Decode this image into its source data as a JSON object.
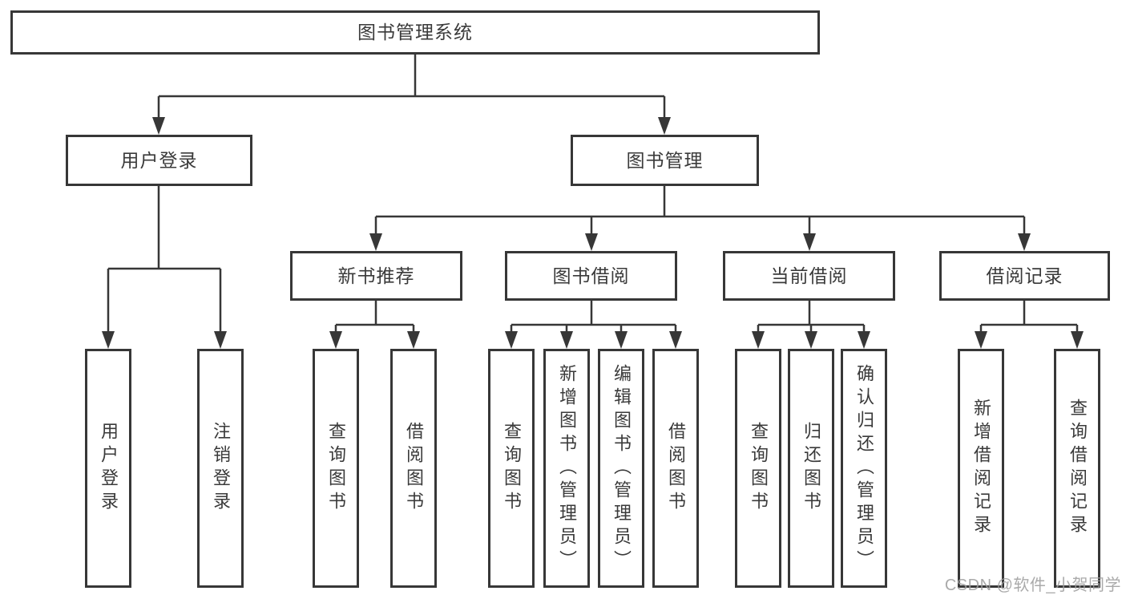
{
  "tree": {
    "root": "图书管理系统",
    "level2": {
      "user_login": "用户登录",
      "book_mgmt": "图书管理"
    },
    "level3": {
      "new_book_rec": "新书推荐",
      "book_borrow": "图书借阅",
      "current_borrow": "当前借阅",
      "borrow_record": "借阅记录"
    },
    "leaves": {
      "user_login": [
        "用户登录",
        "注销登录"
      ],
      "new_book_rec": [
        "查询图书",
        "借阅图书"
      ],
      "book_borrow": [
        "查询图书",
        "新增图书（管理员）",
        "编辑图书（管理员）",
        "借阅图书"
      ],
      "current_borrow": [
        "查询图书",
        "归还图书",
        "确认归还（管理员）"
      ],
      "borrow_record": [
        "新增借阅记录",
        "查询借阅记录"
      ]
    }
  },
  "watermark": "CSDN @软件_小贺同学",
  "colors": {
    "line": "#373737",
    "text": "#3a3a3a",
    "background": "#ffffff",
    "watermark": "#9e9e9e"
  }
}
